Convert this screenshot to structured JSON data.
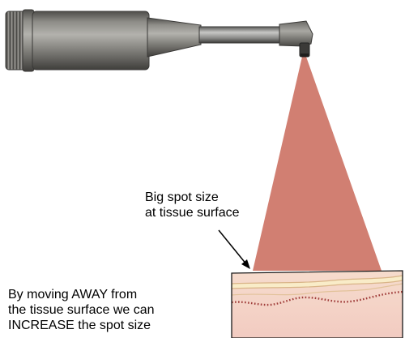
{
  "annotation": {
    "lines": [
      "Big spot size",
      "at tissue surface"
    ]
  },
  "caption": {
    "lines": [
      "By moving AWAY from",
      "the tissue surface we can",
      "INCREASE the spot size"
    ]
  },
  "colors": {
    "beam": "#d17f72",
    "tissue_upper": "#f6dccd",
    "tissue_lower": "#f2cbc1",
    "tissue_band": "#f9ecc8",
    "tissue_border": "#1a1a1a",
    "dotted_layer": "#a03d3a",
    "handpiece_body": "#7d7c77",
    "text": "#000000"
  },
  "icons": {
    "device": "laser-handpiece-icon",
    "arrow": "pointer-arrow-icon"
  }
}
